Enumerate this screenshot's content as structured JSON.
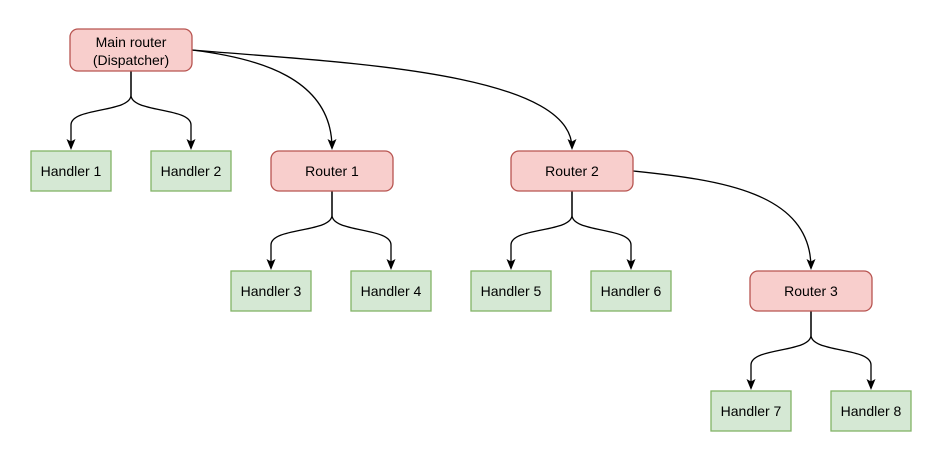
{
  "diagram": {
    "kind": "routing-tree-flowchart",
    "nodes": {
      "main_router": {
        "label_line1": "Main router",
        "label_line2": "(Dispatcher)",
        "kind": "router"
      },
      "handler_1": {
        "label": "Handler 1",
        "kind": "handler"
      },
      "handler_2": {
        "label": "Handler 2",
        "kind": "handler"
      },
      "router_1": {
        "label": "Router 1",
        "kind": "router"
      },
      "router_2": {
        "label": "Router 2",
        "kind": "router"
      },
      "handler_3": {
        "label": "Handler 3",
        "kind": "handler"
      },
      "handler_4": {
        "label": "Handler 4",
        "kind": "handler"
      },
      "handler_5": {
        "label": "Handler 5",
        "kind": "handler"
      },
      "handler_6": {
        "label": "Handler 6",
        "kind": "handler"
      },
      "router_3": {
        "label": "Router 3",
        "kind": "router"
      },
      "handler_7": {
        "label": "Handler 7",
        "kind": "handler"
      },
      "handler_8": {
        "label": "Handler 8",
        "kind": "handler"
      }
    },
    "edges": [
      {
        "from": "main_router",
        "to": "handler_1"
      },
      {
        "from": "main_router",
        "to": "handler_2"
      },
      {
        "from": "main_router",
        "to": "router_1"
      },
      {
        "from": "main_router",
        "to": "router_2"
      },
      {
        "from": "router_1",
        "to": "handler_3"
      },
      {
        "from": "router_1",
        "to": "handler_4"
      },
      {
        "from": "router_2",
        "to": "handler_5"
      },
      {
        "from": "router_2",
        "to": "handler_6"
      },
      {
        "from": "router_2",
        "to": "router_3"
      },
      {
        "from": "router_3",
        "to": "handler_7"
      },
      {
        "from": "router_3",
        "to": "handler_8"
      }
    ],
    "colors": {
      "router_fill": "#f8cecc",
      "router_stroke": "#b85450",
      "handler_fill": "#d5e8d4",
      "handler_stroke": "#82b366",
      "edge": "#000000",
      "background": "#ffffff"
    }
  }
}
